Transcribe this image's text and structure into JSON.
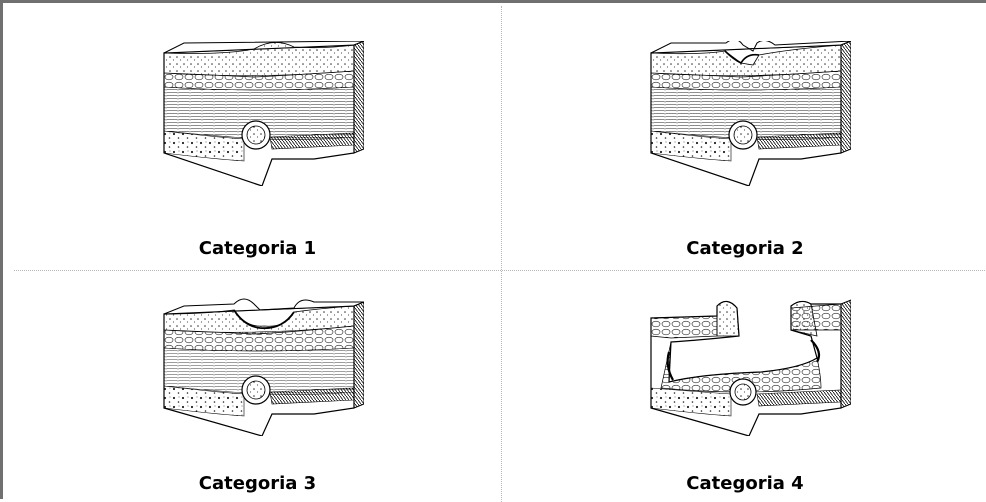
{
  "colors": {
    "frame": "#707070",
    "divider": "#b8b8b8",
    "ink": "#000000"
  },
  "panels": [
    {
      "caption": "Categoria 1",
      "icon": "tissue-cross-section-illustration"
    },
    {
      "caption": "Categoria 2",
      "icon": "tissue-cross-section-illustration"
    },
    {
      "caption": "Categoria 3",
      "icon": "tissue-cross-section-illustration"
    },
    {
      "caption": "Categoria 4",
      "icon": "tissue-cross-section-illustration"
    }
  ]
}
